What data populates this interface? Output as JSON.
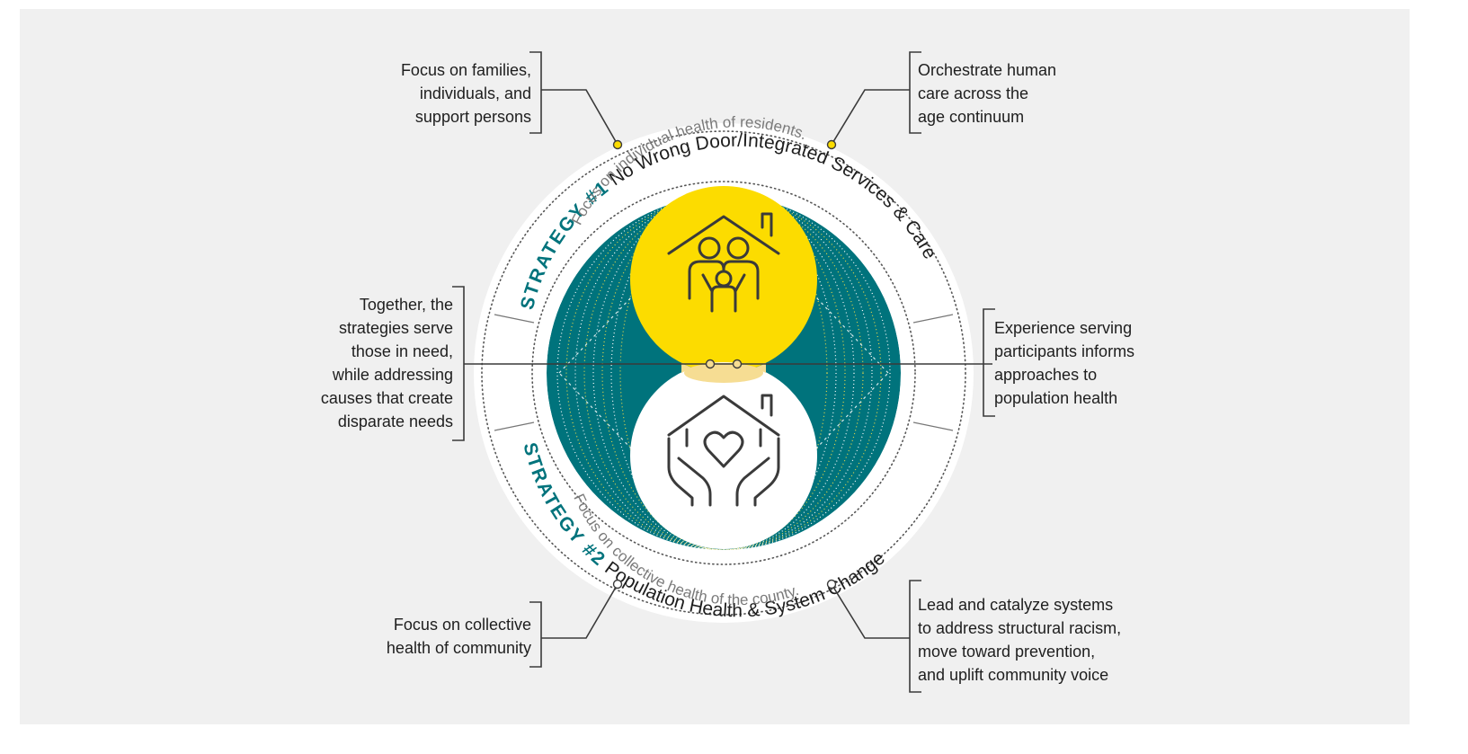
{
  "colors": {
    "background": "#f0f0f0",
    "teal": "#00737c",
    "yellow": "#fcdc00",
    "light_yellow": "#f6dd93",
    "line": "#3a3a3a",
    "text": "#1e1e1e",
    "strategy_label": "#00737c"
  },
  "strategy1": {
    "label": "STRATEGY #1",
    "title": "No Wrong Door/Integrated Services & Care",
    "subtitle": "Focus on individual health of residents.",
    "icon": "family-house-icon"
  },
  "strategy2": {
    "label": "STRATEGY #2",
    "title": "Population Health & System Change",
    "subtitle": "Focus on collective health of the county.",
    "icon": "heart-house-hands-icon"
  },
  "callouts": {
    "top_left": [
      "Focus on families,",
      "individuals, and",
      "support persons"
    ],
    "top_right": [
      "Orchestrate human",
      "care across the",
      "age continuum"
    ],
    "middle_left": [
      "Together, the",
      "strategies serve",
      "those in need,",
      "while addressing",
      "causes that create",
      "disparate needs"
    ],
    "middle_right": [
      "Experience serving",
      "participants informs",
      "approaches to",
      "population health"
    ],
    "bottom_left": [
      "Focus on collective",
      "health of community"
    ],
    "bottom_right": [
      "Lead and catalyze systems",
      "to address structural racism,",
      "move toward prevention,",
      "and uplift community voice"
    ]
  }
}
